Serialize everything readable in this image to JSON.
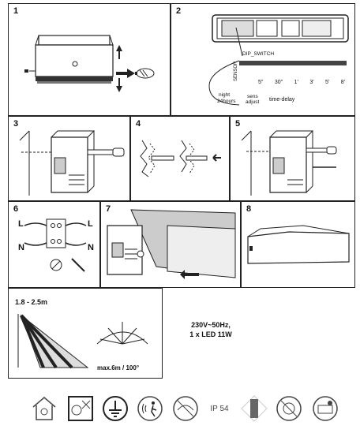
{
  "panels": {
    "p1": "1",
    "p2": "2",
    "p3": "3",
    "p4": "4",
    "p5": "5",
    "p6": "6",
    "p7": "7",
    "p8": "8"
  },
  "step2": {
    "dip_switch": "DIP_SWITCH",
    "sensor": "SENSOR",
    "night": "night",
    "h24": "24hours",
    "sens": "sens",
    "adjust": "adjust",
    "time_delay": "time-delay",
    "delays": [
      "5\"",
      "30\"",
      "1'",
      "3'",
      "5'",
      "8'"
    ]
  },
  "step6": {
    "l_left": "L",
    "l_right": "L",
    "n_left": "N",
    "n_right": "N"
  },
  "detection": {
    "height": "1.8 - 2.5m",
    "range": "max.6m / 100°"
  },
  "specs": {
    "voltage": "230V~50Hz,",
    "led": "1 x LED 11W"
  },
  "badges": {
    "ip": "IP 54"
  }
}
